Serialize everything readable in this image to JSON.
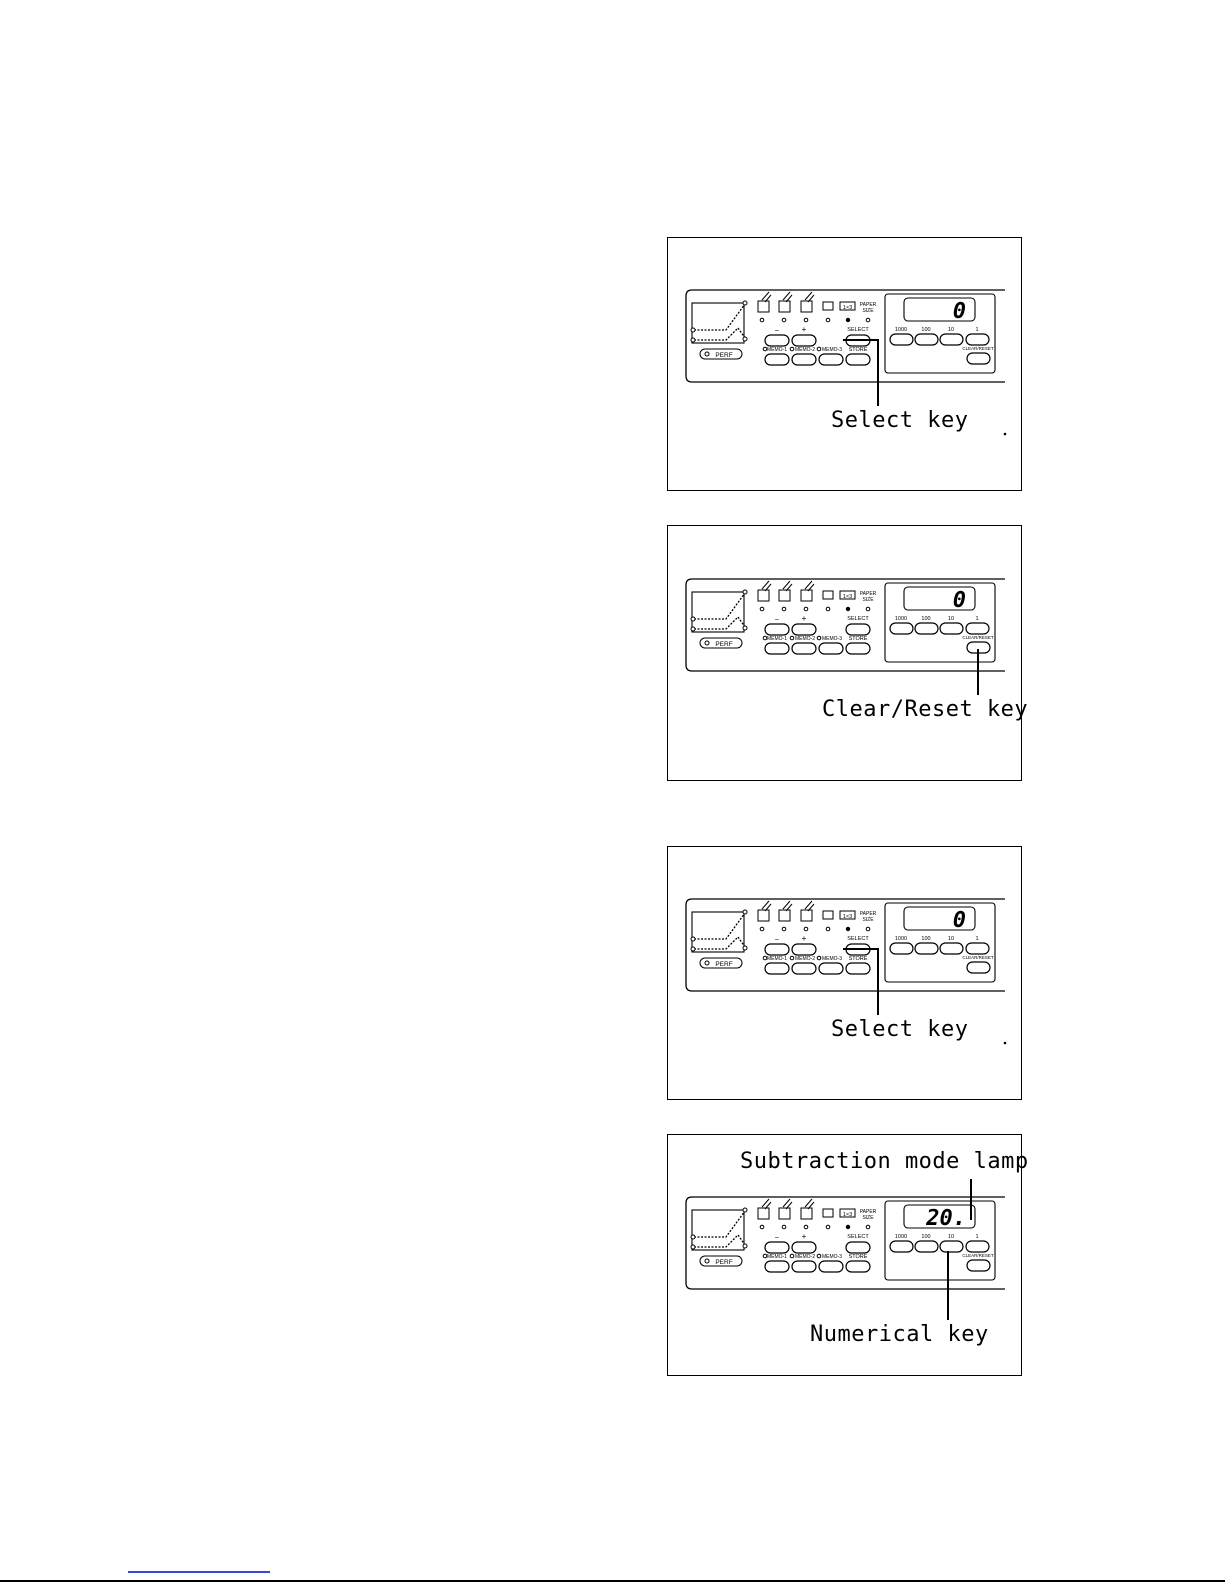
{
  "panel": {
    "button_labels": {
      "minus": "–",
      "plus": "+",
      "select": "SELECT",
      "memo1": "MEMO-1",
      "memo2": "MEMO-2",
      "memo3": "MEMO-3",
      "store": "STORE",
      "k1000": "1000",
      "k100": "100",
      "k10": "10",
      "k1": "1",
      "clear_reset": "CLEAR/RESET",
      "perf": "PERF",
      "paper": "PAPER",
      "size": "SIZE",
      "mode_box": "1×3"
    }
  },
  "figures": [
    {
      "display": "0",
      "callout": "Select key"
    },
    {
      "display": "0",
      "callout": "Clear/Reset key"
    },
    {
      "display": "0",
      "callout": "Select key"
    },
    {
      "display": "20.",
      "callout_top": "Subtraction mode lamp",
      "callout": "Numerical key"
    }
  ]
}
